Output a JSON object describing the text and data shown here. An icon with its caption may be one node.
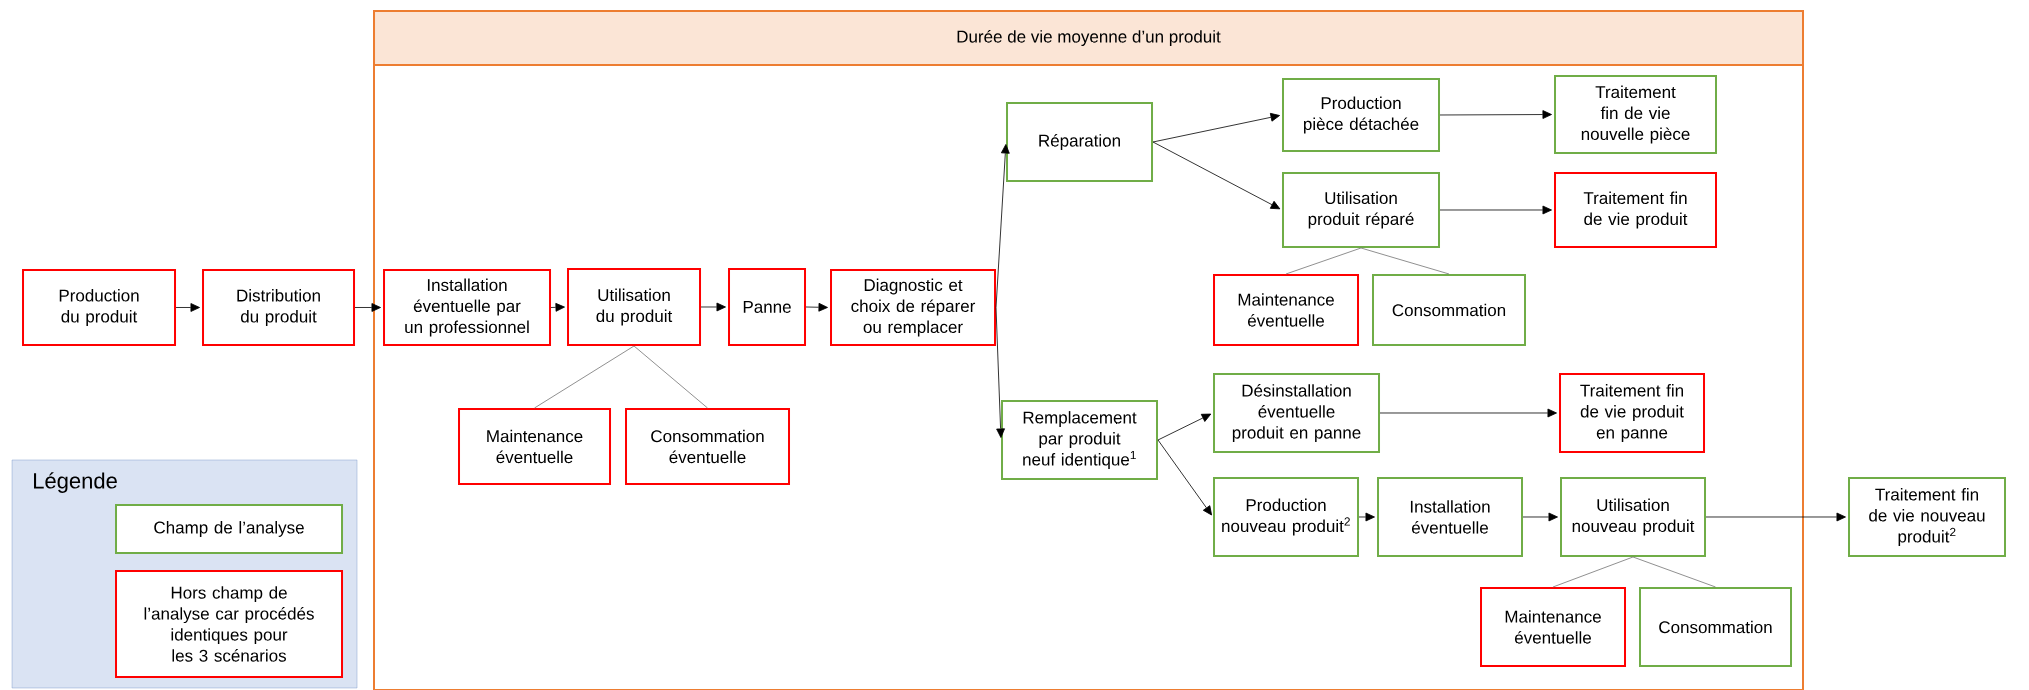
{
  "diagram": {
    "nodes": [
      {
        "text": [
          "Durée de vie moyenne d’un produit"
        ]
      },
      {
        "text": [
          "Production du produit"
        ]
      },
      {
        "text": [
          "Distribution du produit"
        ]
      },
      {
        "text": [
          "Installation éventuelle par un professionnel"
        ],
        "in": 0
      },
      {
        "text": [
          "Utilisation du produit"
        ],
        "in": 0
      },
      {
        "text": [
          "Maintenance éventuelle"
        ],
        "in": 0
      },
      {
        "text": [
          "Consommation éventuelle"
        ],
        "in": 0
      },
      {
        "text": [
          "Panne"
        ],
        "in": 0
      },
      {
        "text": [
          "Diagnostic et choix de réparer ou remplacer"
        ],
        "in": 0
      },
      {
        "text": [
          "Réparation"
        ],
        "in": 0
      },
      {
        "text": [
          "Production pièce détachée"
        ],
        "in": 0
      },
      {
        "text": [
          "Traitement fin de vie nouvelle pièce"
        ],
        "in": 0
      },
      {
        "text": [
          "Utilisation produit réparé"
        ],
        "in": 0
      },
      {
        "text": [
          "Traitement fin de vie produit"
        ],
        "in": 0
      },
      {
        "text": [
          "Maintenance éventuelle"
        ],
        "in": 0
      },
      {
        "text": [
          "Consommation"
        ],
        "in": 0
      },
      {
        "text": [
          "Remplacement par produit neuf identique$^{1}$"
        ],
        "in": 0
      },
      {
        "text": [
          "Désinstallation éventuelle produit en panne"
        ],
        "in": 0
      },
      {
        "text": [
          "Traitement fin de vie produit en panne"
        ],
        "in": 0
      },
      {
        "text": [
          "Production nouveau produit$^{2}$"
        ],
        "in": 0
      },
      {
        "text": [
          "Installation éventuelle"
        ],
        "in": 0
      },
      {
        "text": [
          "Utilisation nouveau produit"
        ],
        "in": 0
      },
      {
        "text": [
          "Traitement fin de vie nouveau produit$^{2}$"
        ]
      },
      {
        "text": [
          "Maintenance éventuelle"
        ],
        "in": 0
      },
      {
        "text": [
          "Consommation"
        ],
        "in": 0
      }
    ],
    "edges": [
      {
        "from": 1,
        "to": 2,
        "arrow": "to"
      },
      {
        "from": 2,
        "to": 3,
        "arrow": "to"
      },
      {
        "from": 3,
        "to": 4,
        "arrow": "to"
      },
      {
        "from": 4,
        "to": 5,
        "arrow": "none",
        "color": "#737373"
      },
      {
        "from": 4,
        "to": 6,
        "arrow": "none",
        "color": "#737373"
      },
      {
        "from": 4,
        "to": 7,
        "arrow": "to"
      },
      {
        "from": 7,
        "to": 8,
        "arrow": "to"
      },
      {
        "from": 8,
        "to": 9,
        "arrow": "to"
      },
      {
        "from": 8,
        "to": 16,
        "arrow": "to"
      },
      {
        "from": 9,
        "to": 10,
        "arrow": "to"
      },
      {
        "from": 9,
        "to": 12,
        "arrow": "to"
      },
      {
        "from": 10,
        "to": 11,
        "arrow": "to"
      },
      {
        "from": 12,
        "to": 13,
        "arrow": "to"
      },
      {
        "from": 12,
        "to": 14,
        "arrow": "none",
        "color": "#737373"
      },
      {
        "from": 12,
        "to": 15,
        "arrow": "none",
        "color": "#737373"
      },
      {
        "from": 16,
        "to": 17,
        "arrow": "to"
      },
      {
        "from": 16,
        "to": 19,
        "arrow": "to"
      },
      {
        "from": 17,
        "to": 18,
        "arrow": "to"
      },
      {
        "from": 19,
        "to": 20,
        "arrow": "to"
      },
      {
        "from": 20,
        "to": 21,
        "arrow": "to"
      },
      {
        "from": 21,
        "to": 22,
        "arrow": "to"
      },
      {
        "from": 21,
        "to": 23,
        "arrow": "none",
        "color": "#737373"
      },
      {
        "from": 21,
        "to": 24,
        "arrow": "none",
        "color": "#737373"
      }
    ],
    "labels": [
      "Légende"
    ],
    "legend": [
      {
        "text": "Champ de l’analyse",
        "color": "#70ad47"
      },
      {
        "text": "Hors champ de l’analyse car procédés identiques pour les 3 scénarios",
        "color": "#ff0000"
      }
    ]
  }
}
